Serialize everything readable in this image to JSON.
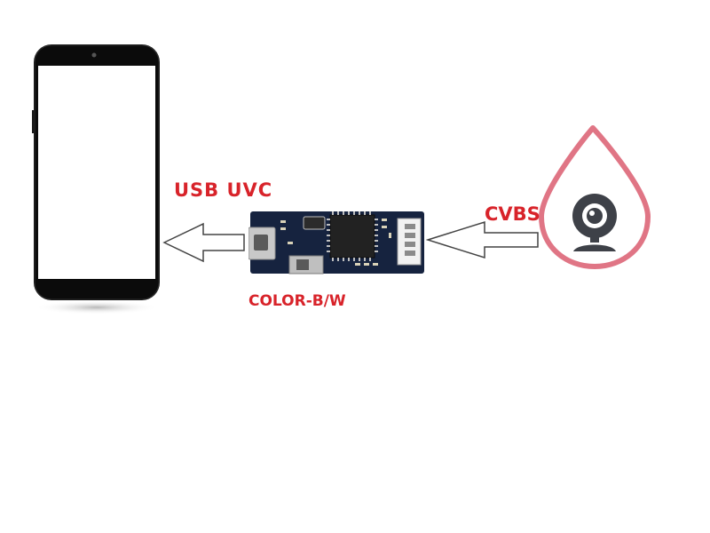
{
  "labels": {
    "usb_uvc": "USB UVC",
    "cvbs": "CVBS",
    "color_bw": "COLOR-B/W"
  },
  "colors": {
    "label_red": "#d8232a",
    "phone_body": "#0b0b0b",
    "phone_screen": "#ffffff",
    "pcb": "#16233f",
    "drop_outline": "#e07585",
    "camera_dark": "#3e4148"
  },
  "icons": {
    "phone": "smartphone-icon",
    "board": "usb-uvc-capture-board",
    "camera": "webcam-icon",
    "drop": "water-drop-icon",
    "arrow_left": "arrow-left-icon"
  }
}
